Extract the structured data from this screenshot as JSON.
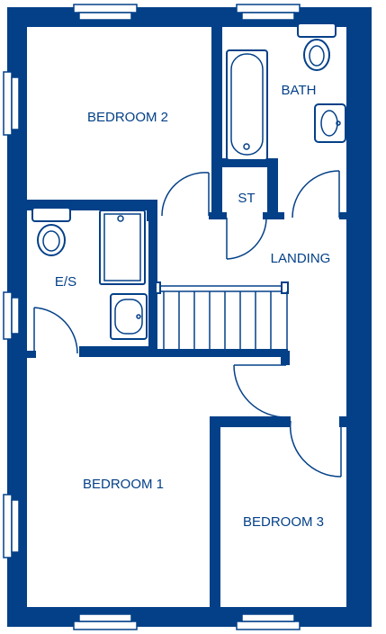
{
  "colors": {
    "wall": "#034088",
    "background": "#ffffff"
  },
  "rooms": {
    "bedroom2": "BEDROOM 2",
    "bath": "BATH",
    "st": "ST",
    "landing": "LANDING",
    "es": "E/S",
    "bedroom1": "BEDROOM 1",
    "bedroom3": "BEDROOM 3"
  }
}
